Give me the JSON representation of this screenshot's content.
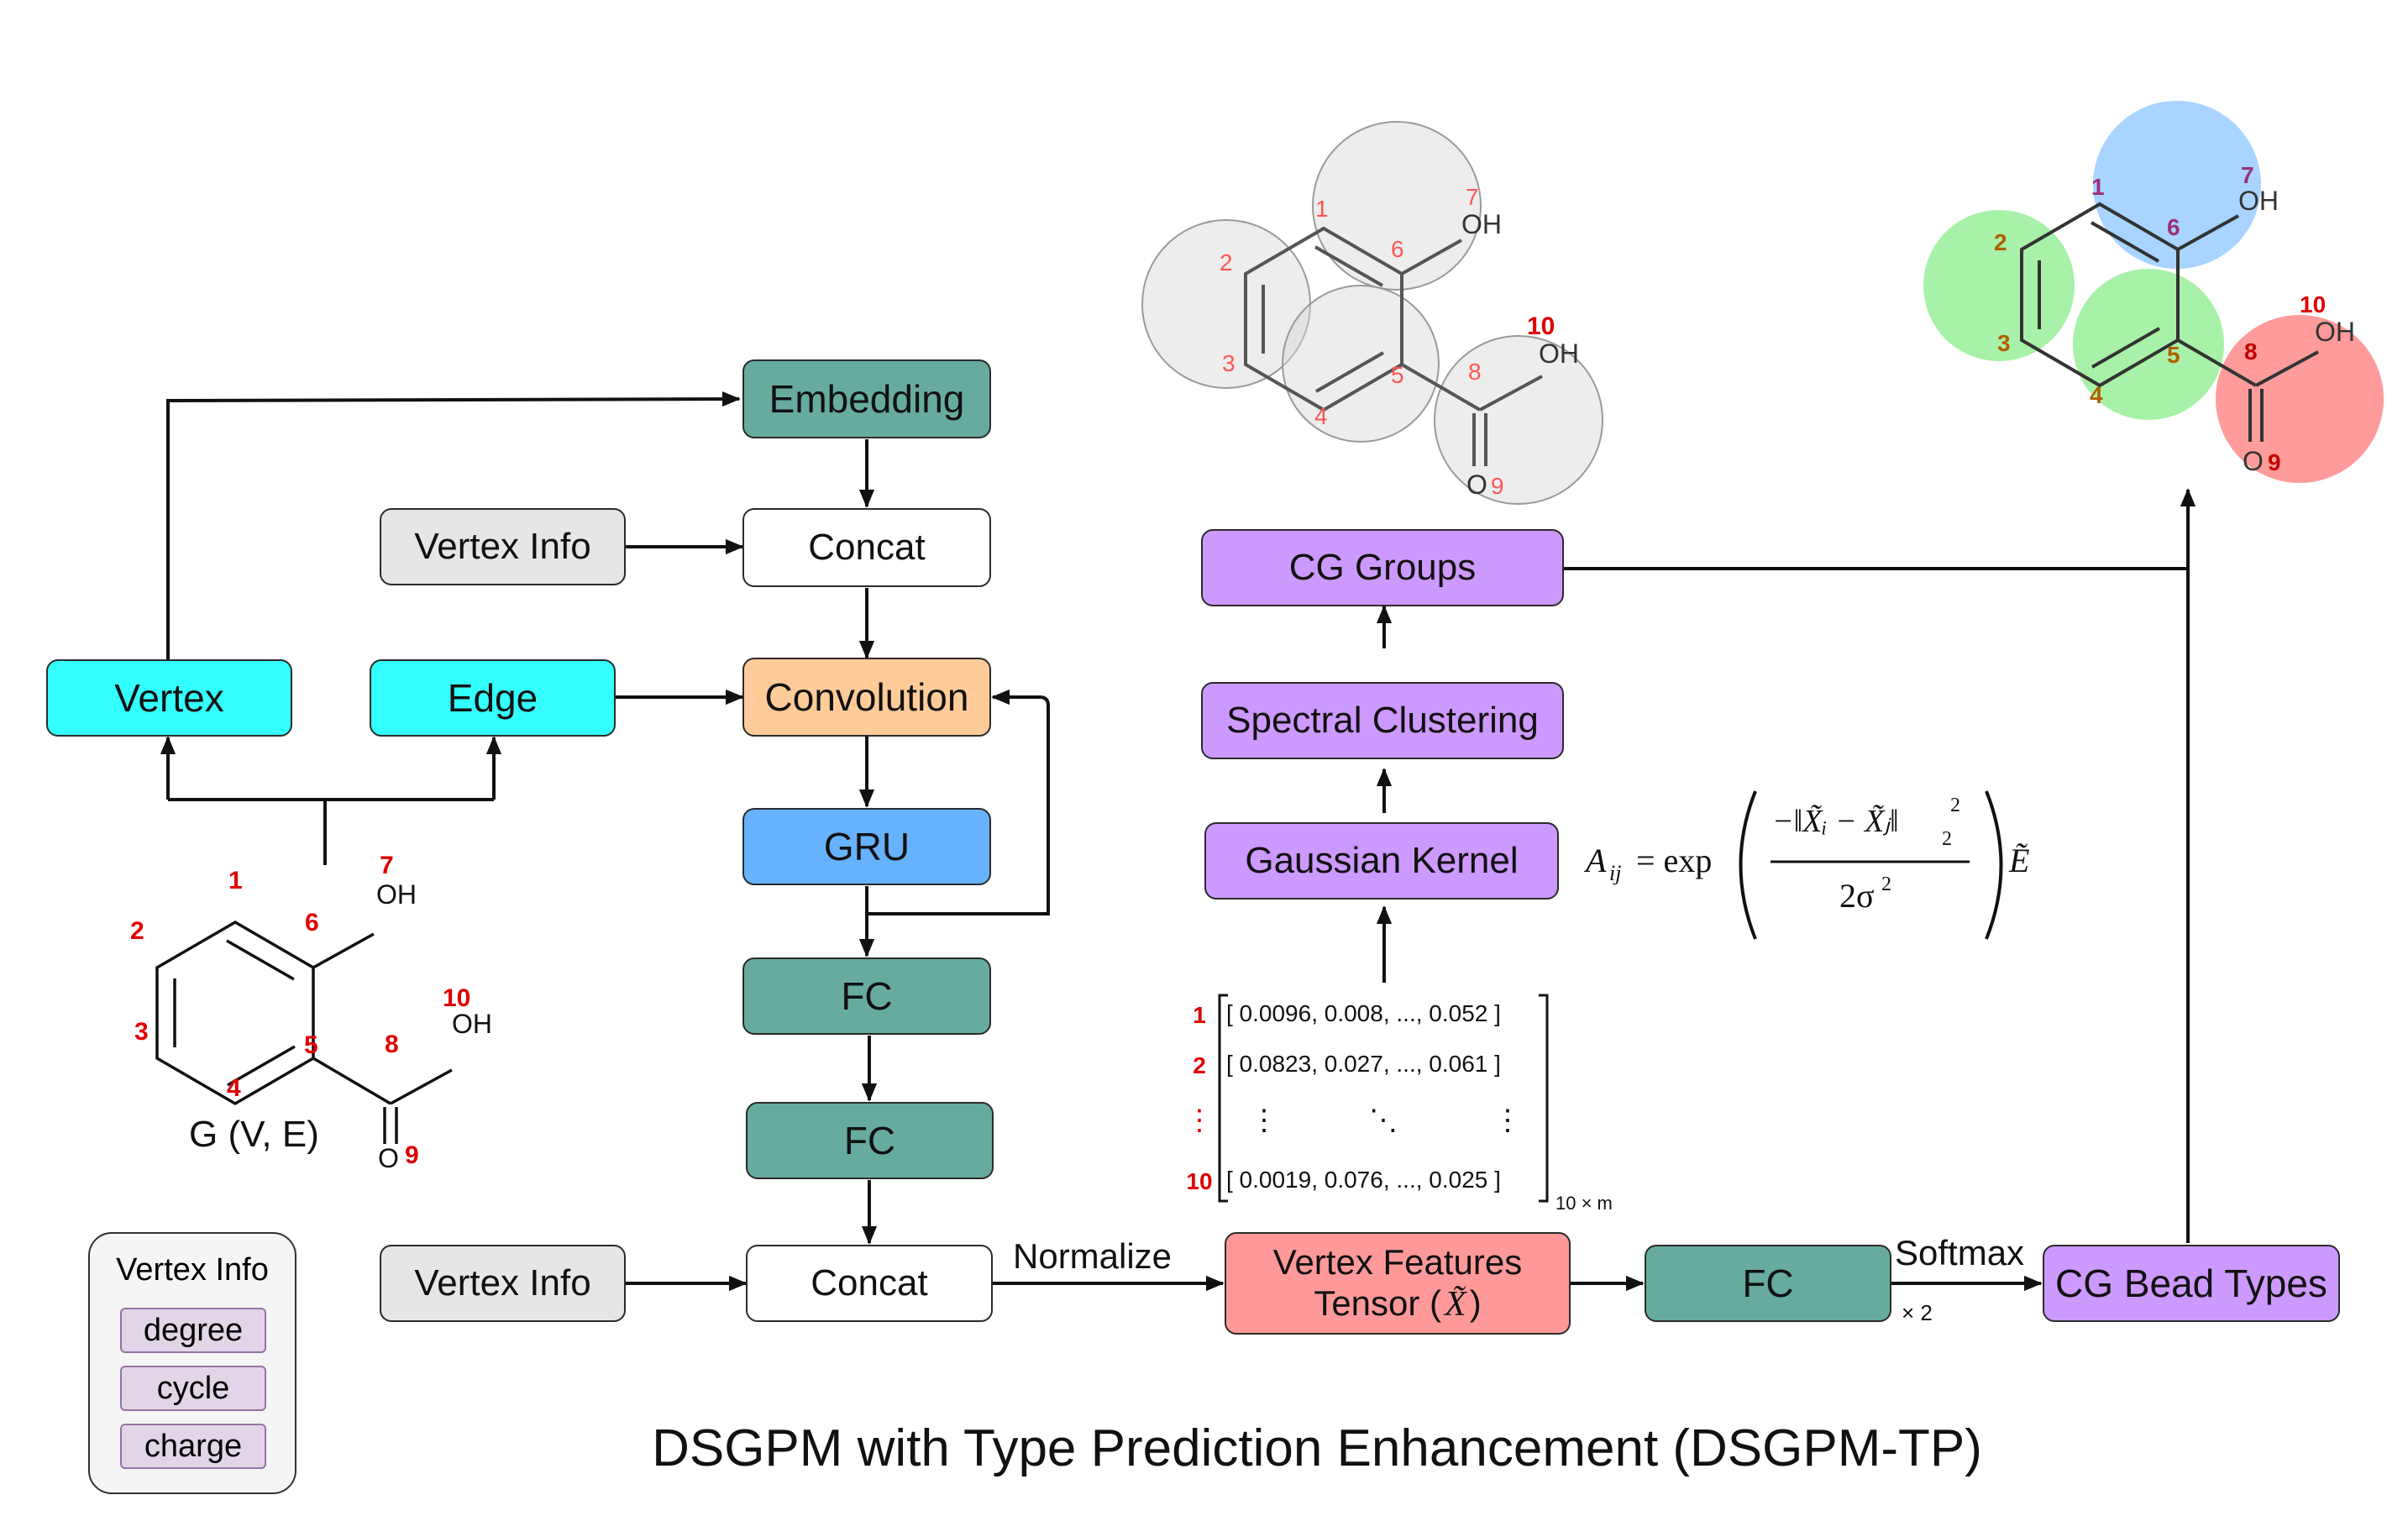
{
  "diagram": {
    "title": "DSGPM with Type Prediction Enhancement  (DSGPM-TP)",
    "graph_label": "G (V, E)",
    "nodes": {
      "embedding": "Embedding",
      "vertex_info_top": "Vertex Info",
      "concat_top": "Concat",
      "vertex": "Vertex",
      "edge": "Edge",
      "convolution": "Convolution",
      "gru": "GRU",
      "fc1": "FC",
      "fc2": "FC",
      "vertex_info_bottom": "Vertex Info",
      "concat_bottom": "Concat",
      "vertex_features_line1": "Vertex Features",
      "vertex_features_line2": "Tensor (",
      "vertex_features_symbol": "X̃",
      "vertex_features_close": ")",
      "fc3": "FC",
      "cg_bead_types": "CG Bead Types",
      "gaussian_kernel": "Gaussian Kernel",
      "spectral_clustering": "Spectral Clustering",
      "cg_groups": "CG Groups"
    },
    "edge_labels": {
      "normalize": "Normalize",
      "softmax": "Softmax",
      "times_two": "× 2"
    },
    "legend": {
      "title": "Vertex Info",
      "items": [
        "degree",
        "cycle",
        "charge"
      ]
    },
    "formula": {
      "lhs": "A",
      "lhs_sub": "ij",
      "eq": "= exp",
      "numerator": "−‖X̃ᵢ − X̃ⱼ‖",
      "num_sub": "2",
      "num_sup": "2",
      "denominator": "2σ",
      "den_sup": "2",
      "tail": "Ẽ"
    },
    "matrix": {
      "rows": [
        {
          "index": "1",
          "values": "[ 0.0096, 0.008, ...,  0.052 ]"
        },
        {
          "index": "2",
          "values": "[ 0.0823, 0.027, ...,  0.061 ]"
        },
        {
          "index": "10",
          "values": "[ 0.0019, 0.076, ...,  0.025 ]"
        }
      ],
      "vdots_index": "⋮",
      "vdots_left": "⋮",
      "ddots": "⋱",
      "vdots_right": "⋮",
      "size_label": "10 × m"
    },
    "molecule": {
      "atom_numbers": [
        "1",
        "2",
        "3",
        "4",
        "5",
        "6",
        "7",
        "8",
        "9",
        "10"
      ],
      "oh": "OH",
      "o": "O"
    },
    "colors": {
      "teal": "#67ab9f",
      "cyan": "#33ffff",
      "orange": "#ffcc99",
      "blue": "#66b2ff",
      "purple": "#cc99ff",
      "salmon": "#ff9999",
      "gray": "#e6e6e6",
      "legend_chip": "#e1d5e7",
      "atom_number_red": "#e00000",
      "group_blue": "#99ccff",
      "group_green": "#99ee99",
      "group_red": "#ff8a8a"
    }
  }
}
